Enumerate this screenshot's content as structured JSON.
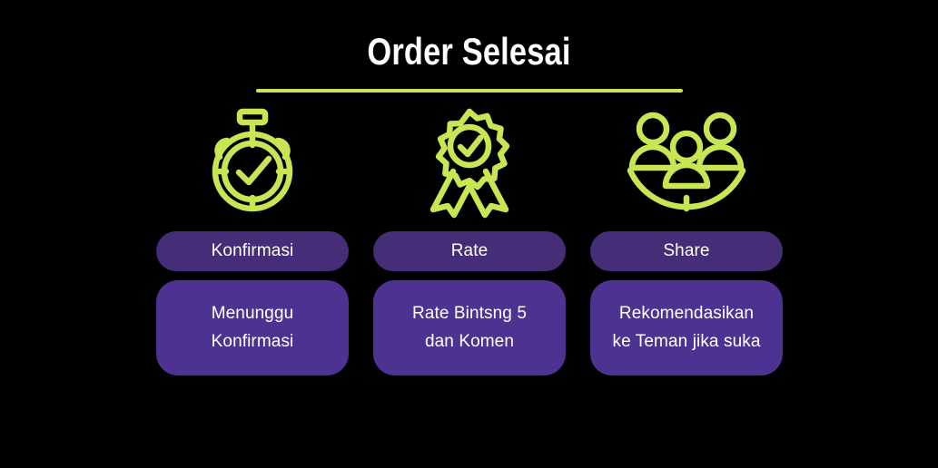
{
  "slide": {
    "background_color": "#000000",
    "accent_color": "#c8e654",
    "pill_color": "#452e77",
    "card_color": "#4d3291",
    "text_color": "#ffffff",
    "title": "Order Selesai"
  },
  "steps": [
    {
      "icon": "stopwatch-check-icon",
      "label": "Konfirmasi",
      "description": "Menunggu\nKonfirmasi"
    },
    {
      "icon": "award-ribbon-check-icon",
      "label": "Rate",
      "description": "Rate Bintsng 5\ndan Komen"
    },
    {
      "icon": "people-group-icon",
      "label": "Share",
      "description": "Rekomendasikan\nke Teman jika suka"
    }
  ]
}
